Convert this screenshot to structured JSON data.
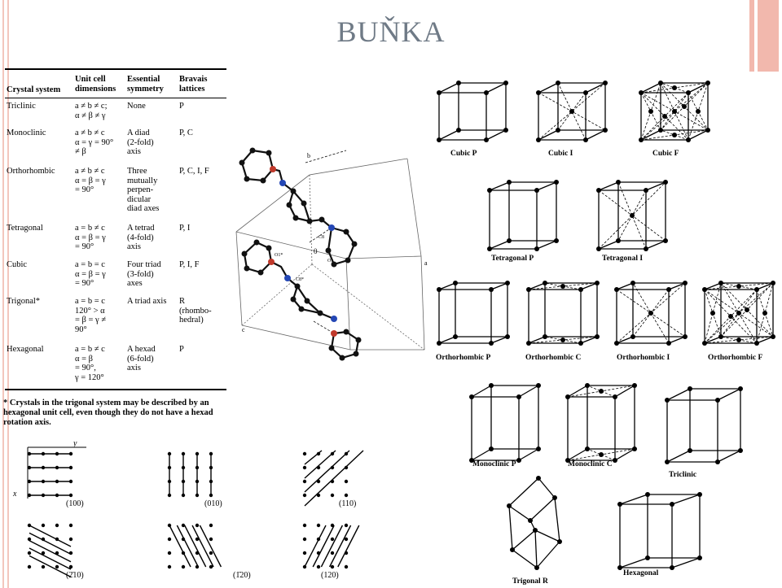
{
  "title": "BUŇKA",
  "table": {
    "headers": [
      "Crystal system",
      "Unit cell\ndimensions",
      "Essential\nsymmetry",
      "Bravais\nlattices"
    ],
    "rows": [
      {
        "system": "Triclinic",
        "dimensions": "a ≠ b ≠ c;\nα ≠ β ≠ γ",
        "symmetry": "None",
        "lattices": "P"
      },
      {
        "system": "Monoclinic",
        "dimensions": "a ≠ b ≠ c\nα = γ = 90°\n≠ β",
        "symmetry": "A diad\n(2-fold)\naxis",
        "lattices": "P, C"
      },
      {
        "system": "Orthorhombic",
        "dimensions": "a ≠ b ≠ c\nα = β = γ\n= 90°",
        "symmetry": "Three\nmutually\nperpen-\ndicular\ndiad axes",
        "lattices": "P, C, I, F"
      },
      {
        "system": "Tetragonal",
        "dimensions": "a = b ≠ c\nα = β = γ\n= 90°",
        "symmetry": "A tetrad\n(4-fold)\naxis",
        "lattices": "P, I"
      },
      {
        "system": "Cubic",
        "dimensions": "a = b = c\nα = β = γ\n= 90°",
        "symmetry": "Four triad\n(3-fold)\naxes",
        "lattices": "P, I, F"
      },
      {
        "system": "Trigonal*",
        "dimensions": "a = b = c\n120° > α\n= β = γ ≠\n90°",
        "symmetry": "A triad axis",
        "lattices": "R\n(rhombo-\nhedral)"
      },
      {
        "system": "Hexagonal",
        "dimensions": "a = b ≠ c\nα = β\n= 90°,\nγ = 120°",
        "symmetry": "A hexad\n(6-fold)\naxis",
        "lattices": "P"
      }
    ],
    "footnote": "* Crystals in the trigonal system may be described by an hexagonal unit cell, even though they do not have a hexad rotation axis."
  },
  "molecule": {
    "axis_labels": [
      "b",
      "a",
      "c",
      "0"
    ],
    "atom_labels": [
      "O1*",
      "O1",
      "C8*",
      "C8"
    ]
  },
  "planes": {
    "axis_x": "x",
    "axis_y": "y",
    "labels": [
      "(100)",
      "(010)",
      "(110)",
      "(2̄10)",
      "(1̄20)",
      "(120)"
    ]
  },
  "lattices": {
    "labels": [
      "Cubic P",
      "Cubic I",
      "Cubic F",
      "Tetragonal P",
      "Tetragonal I",
      "Orthorhombic P",
      "Orthorhombic C",
      "Orthorhombic I",
      "Orthorhombic F",
      "Monoclinic P",
      "Monoclinic C",
      "Triclinic",
      "Trigonal R",
      "Hexagonal"
    ]
  },
  "colors": {
    "title": "#6f7a86",
    "accent": "#f2b8ad",
    "oxygen": "#c0392b",
    "nitrogen": "#2447b5"
  }
}
